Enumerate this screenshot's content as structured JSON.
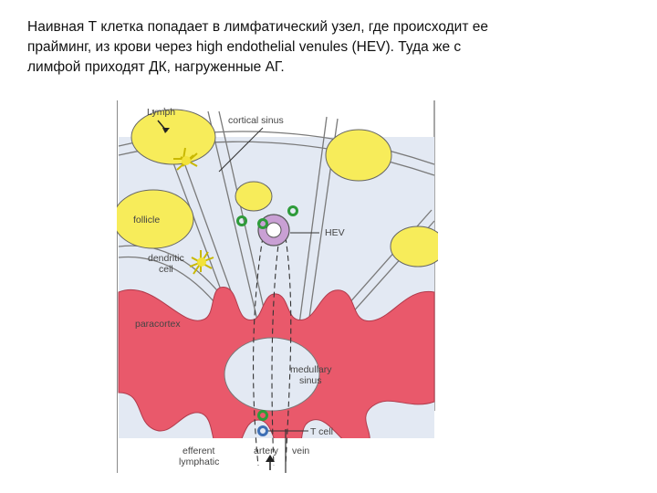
{
  "slide_text": {
    "line1": "Наивная Т клетка попадает в лимфатический узел, где происходит ее",
    "line2": "прайминг,  из крови через  high  endothelial venules (HEV). Туда же с",
    "line3": "лимфой приходят ДК, нагруженные АГ."
  },
  "diagram": {
    "labels": {
      "lymph": "Lymph",
      "cortical_sinus": "cortical sinus",
      "follicle": "follicle",
      "dendritic": "dendritic",
      "cell": "cell",
      "hev": "HEV",
      "paracortex": "paracortex",
      "medullary": "medullary",
      "sinus": "sinus",
      "t_cell": "T cell",
      "efferent": "efferent",
      "lymphatic": "lymphatic",
      "artery": "artery",
      "vein": "vein"
    },
    "colors": {
      "follicle": "#f7ec5a",
      "sinus": "#e2e8f2",
      "medulla": "#e9596b",
      "hev": "#c9a0d4",
      "t_cell_green": "#2e9b3a",
      "t_cell_blue": "#3d6fb5",
      "outline": "#777777"
    }
  }
}
